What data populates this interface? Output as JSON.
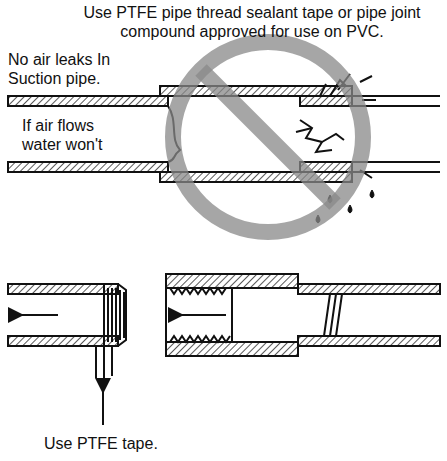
{
  "diagram": {
    "title": "Use PTFE pipe thread sealant tape or pipe joint compound approved for use on PVC.",
    "labels": [
      "No air leaks In Suction pipe.",
      "If air flows water won't",
      "Use PTFE tape."
    ]
  }
}
